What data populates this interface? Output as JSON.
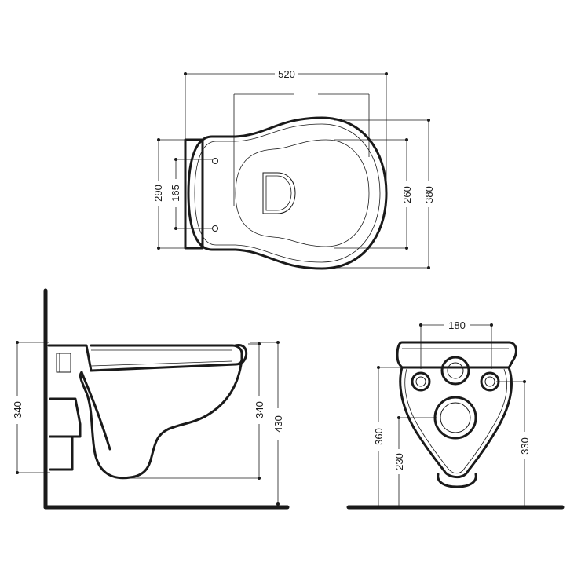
{
  "top_view": {
    "width": "520",
    "bolt_spacing": "165",
    "depth_rear": "290",
    "depth_bowl": "260",
    "depth_total": "380"
  },
  "side_view": {
    "wall_height": "340",
    "rim_to_base": "340",
    "rim_height": "430"
  },
  "rear_view": {
    "hole_spacing": "180",
    "outlet_height": "230",
    "bolt_height_left": "360",
    "bolt_height_right": "330"
  },
  "colors": {
    "line": "#1a1a1a",
    "background": "#ffffff"
  }
}
